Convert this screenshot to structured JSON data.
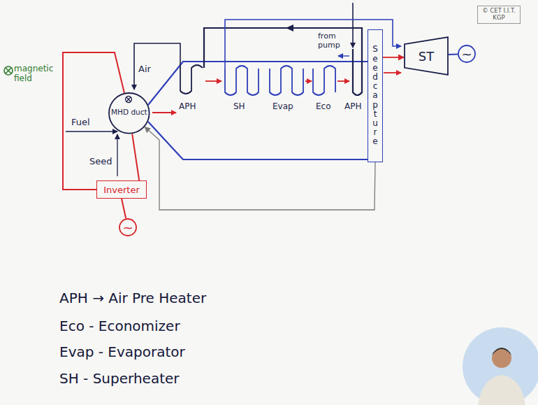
{
  "diagram": {
    "nodes": [
      {
        "text": [
          "MHD duct"
        ]
      },
      {
        "text": [
          "Inverter"
        ]
      },
      {
        "text": [
          "~"
        ]
      },
      {
        "text": [
          "Seed capture"
        ]
      },
      {
        "text": [
          "ST"
        ]
      },
      {
        "text": [
          "~"
        ]
      }
    ],
    "edges": [
      {
        "from": 1,
        "to": 0,
        "arrow": "none"
      },
      {
        "from": 1,
        "to": 0,
        "arrow": "none"
      },
      {
        "from": 1,
        "to": 2,
        "arrow": "none"
      },
      {
        "from": 3,
        "to": 0,
        "arrow": "to"
      },
      {
        "from": 3,
        "to": 4,
        "arrow": "to"
      },
      {
        "from": 4,
        "to": 5,
        "arrow": "none"
      }
    ],
    "labels": [
      "© CET I.I.T. KGP",
      "magnetic field",
      "Air",
      "Fuel",
      "Seed",
      "from pump",
      "APH",
      "SH",
      "Evap",
      "Eco",
      "APH",
      "APH → Air Pre Heater",
      "Eco - Economizer",
      "Evap - Evaporator",
      "SH - Superheater"
    ]
  }
}
